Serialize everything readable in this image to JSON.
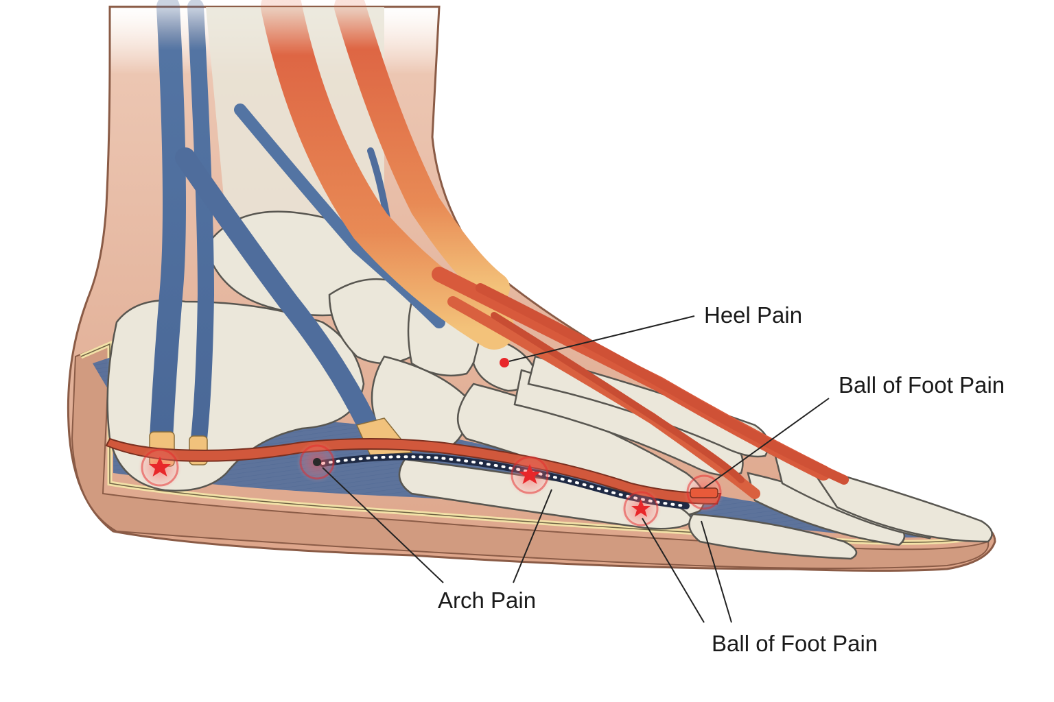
{
  "labels": {
    "heel_pain": "Heel Pain",
    "ball_of_foot_upper": "Ball of Foot Pain",
    "arch_pain": "Arch Pain",
    "ball_of_foot_lower": "Ball of Foot Pain"
  },
  "colors": {
    "skin": "#e3b096",
    "skin_dark": "#b98267",
    "bone": "#ebe7da",
    "bone_outline": "#585650",
    "muscle": "#d85a3c",
    "tendon": "#f1c27c",
    "vein": "#4f6d9c",
    "fascia_band": "#c94a34",
    "pain_marker": "#e8272a",
    "leader_line": "#222222"
  }
}
